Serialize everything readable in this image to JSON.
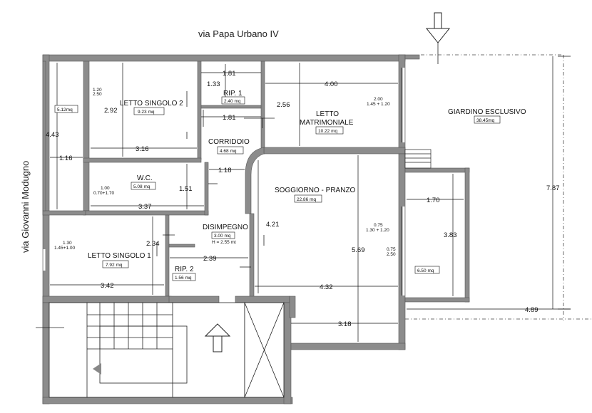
{
  "streets": {
    "north": "via Papa Urbano IV",
    "west": "via Giovanni Modugno"
  },
  "rooms": {
    "letto_singolo_2": {
      "name": "LETTO SINGOLO 2",
      "area": "9.23 mq",
      "window": "1.20",
      "window_h": "2.50"
    },
    "rip1": {
      "name": "RIP. 1",
      "area": "2.40 mq"
    },
    "letto_matrimoniale": {
      "name_line1": "LETTO",
      "name_line2": "MATRIMONIALE",
      "area": "10.22 mq",
      "window": "2.00",
      "window_h": "1.45 + 1.20"
    },
    "giardino": {
      "name": "GIARDINO ESCLUSIVO",
      "area": "38.45mq"
    },
    "corridoio": {
      "name": "CORRIDOIO",
      "area": "4.68 mq"
    },
    "wc": {
      "name": "W.C.",
      "area": "5.08 mq",
      "window": "1.00",
      "window_h": "0.70+1.70"
    },
    "soggiorno": {
      "name": "SOGGIORNO - PRANZO",
      "area": "22.86 mq",
      "win1": "0.75",
      "win1_h": "1.30 + 1.20",
      "win2": "0.75",
      "win2_h": "2.50"
    },
    "disimpegno": {
      "name": "DISIMPEGNO",
      "area": "3.00 mq",
      "height": "H = 2.55 mt"
    },
    "letto_singolo_1": {
      "name": "LETTO SINGOLO 1",
      "area": "7.92 mq",
      "window": "1.30",
      "window_h": "1.45+1.00"
    },
    "rip2": {
      "name": "RIP. 2",
      "area": "1.56 mq"
    },
    "balcone_w": {
      "area": "5.12mq"
    },
    "balcone_e": {
      "area": "6.50 mq"
    }
  },
  "dimensions": {
    "d181_top": "1.81",
    "d133": "1.33",
    "d181_mid": "1.81",
    "d400": "4.00",
    "d292": "2.92",
    "d256": "2.56",
    "d443": "4.43",
    "d116": "1.16",
    "d316": "3.16",
    "d118": "1.18",
    "d151": "1.51",
    "d337": "3.37",
    "d421": "4.21",
    "d569": "5.69",
    "d170": "1.70",
    "d383": "3.83",
    "d787": "7.87",
    "d234": "2.34",
    "d239": "2.39",
    "d342": "3.42",
    "d432": "4.32",
    "d489": "4.89",
    "d318": "3.18"
  }
}
